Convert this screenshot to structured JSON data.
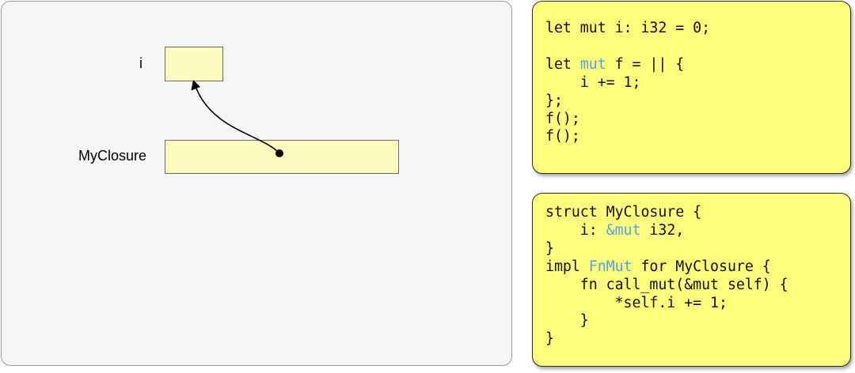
{
  "diagram": {
    "var_i_label": "i",
    "closure_label": "MyClosure"
  },
  "code_top": {
    "lines": [
      [
        {
          "t": "let mut i: i32 = 0;"
        }
      ],
      [
        {
          "t": ""
        }
      ],
      [
        {
          "t": "let "
        },
        {
          "t": "mut",
          "hl": true
        },
        {
          "t": " f = || {"
        }
      ],
      [
        {
          "t": "    i += 1;"
        }
      ],
      [
        {
          "t": "};"
        }
      ],
      [
        {
          "t": "f();"
        }
      ],
      [
        {
          "t": "f();"
        }
      ]
    ]
  },
  "code_bottom": {
    "lines": [
      [
        {
          "t": "struct MyClosure {"
        }
      ],
      [
        {
          "t": "    i: "
        },
        {
          "t": "&mut",
          "hl": true
        },
        {
          "t": " i32,"
        }
      ],
      [
        {
          "t": "}"
        }
      ],
      [
        {
          "t": "impl "
        },
        {
          "t": "FnMut",
          "hl": true
        },
        {
          "t": " for MyClosure {"
        }
      ],
      [
        {
          "t": "    fn call_mut(&mut self) {"
        }
      ],
      [
        {
          "t": "        *self.i += 1;"
        }
      ],
      [
        {
          "t": "    }"
        }
      ],
      [
        {
          "t": "}"
        }
      ]
    ]
  },
  "colors": {
    "keyword_highlight": "#5a9ed6",
    "code_card_bg": "#ffff7f",
    "memory_box_bg": "#fdfcc0",
    "panel_bg": "#f6f6f6"
  }
}
